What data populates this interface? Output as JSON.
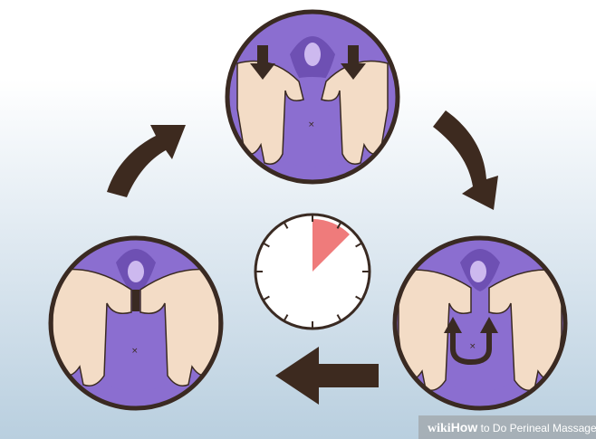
{
  "colors": {
    "outline": "#3a2a22",
    "arrow": "#3d2a1f",
    "purple": "#8b6ed0",
    "purple_dark": "#6e50b3",
    "skin": "#f3dcc6",
    "skin_shade": "#e2c3a6",
    "timer_wedge": "#ef7b7b",
    "watermark_bg": "#969696"
  },
  "timer": {
    "elapsed_fraction": 0.125,
    "tick_count": 12
  },
  "icons": {
    "steps": [
      "press-down-step",
      "stretch-sideways-step",
      "sweep-u-shape-step"
    ],
    "cycle_arrows": [
      "arrow-right-down",
      "arrow-left",
      "arrow-up-right"
    ]
  },
  "watermark": {
    "wiki": "wiki",
    "how": "How",
    "title": " to Do Perineal Massage"
  }
}
